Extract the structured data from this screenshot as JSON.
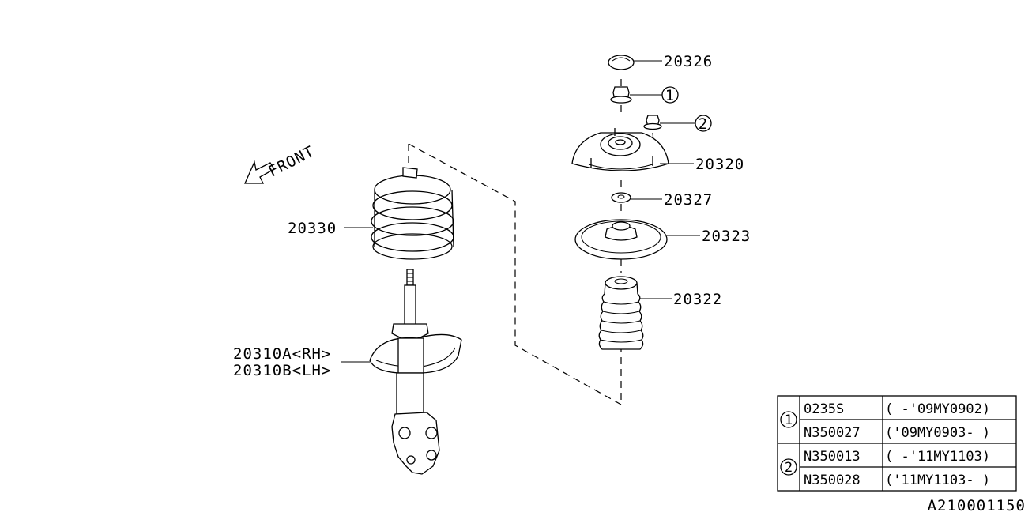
{
  "parts": {
    "p20326": "20326",
    "p1": "1",
    "p2": "2",
    "p20320": "20320",
    "p20327": "20327",
    "p20323": "20323",
    "p20322": "20322",
    "p20330": "20330",
    "p20310a": "20310A<RH>",
    "p20310b": "20310B<LH>"
  },
  "front_label": "FRONT",
  "table": {
    "rows": [
      {
        "ref": "1",
        "part": "0235S",
        "range": "( -'09MY0902)"
      },
      {
        "ref": "",
        "part": "N350027",
        "range": "('09MY0903- )"
      },
      {
        "ref": "2",
        "part": "N350013",
        "range": "( -'11MY1103)"
      },
      {
        "ref": "",
        "part": "N350028",
        "range": "('11MY1103- )"
      }
    ]
  },
  "diagram_id": "A210001150"
}
